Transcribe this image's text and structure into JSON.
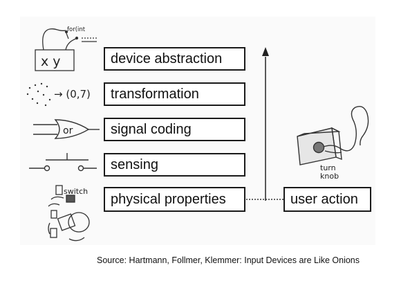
{
  "layers": [
    {
      "label": "device abstraction"
    },
    {
      "label": "transformation"
    },
    {
      "label": "signal coding"
    },
    {
      "label": "sensing"
    },
    {
      "label": "physical properties"
    }
  ],
  "user_action": {
    "label": "user action"
  },
  "sketch_text": {
    "device_abstraction": "x y",
    "for_print": "for(int",
    "transformation_output": "→ (0,7)",
    "or_gate": "or",
    "switch": "switch",
    "turn_knob_line1": "turn",
    "turn_knob_line2": "knob"
  },
  "caption": "Source: Hartmann, Follmer, Klemmer: Input Devices are Like Onions",
  "colors": {
    "ink": "#1a1a1a",
    "panel": "#fafafa",
    "background": "#ffffff"
  }
}
